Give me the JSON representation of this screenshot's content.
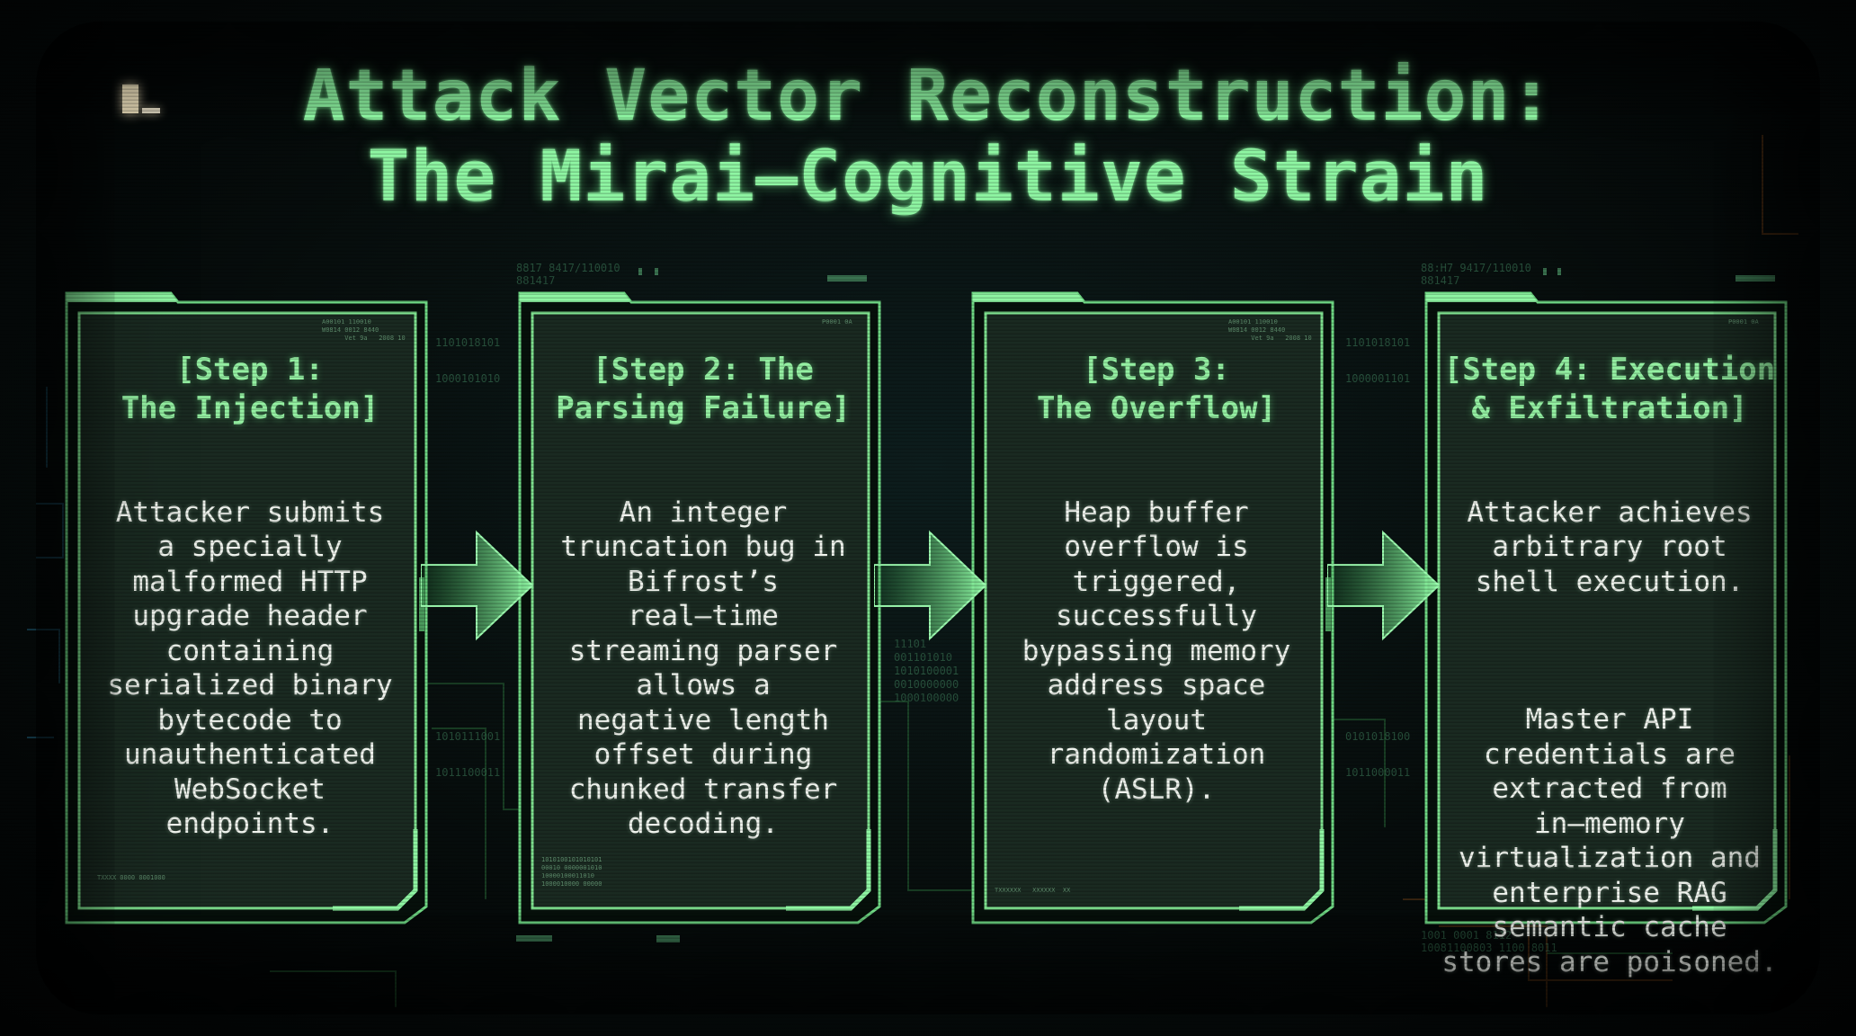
{
  "title": {
    "line1": "Attack Vector Reconstruction:",
    "line2": "The Mirai–Cognitive Strain"
  },
  "steps": [
    {
      "title": "[Step 1:\nThe Injection]",
      "body": [
        "Attacker submits\na specially\nmalformed HTTP\nupgrade header\ncontaining\nserialized binary\nbytecode to\nunauthenticated\nWebSocket\nendpoints."
      ]
    },
    {
      "title": "[Step 2: The\nParsing Failure]",
      "body": [
        "An integer\ntruncation bug in\nBifrost’s\nreal–time\nstreaming parser\nallows a\nnegative length\noffset during\nchunked transfer\ndecoding."
      ]
    },
    {
      "title": "[Step 3:\nThe Overflow]",
      "body": [
        "Heap buffer\noverflow is\ntriggered,\nsuccessfully\nbypassing memory\naddress space\nlayout\nrandomization\n(ASLR)."
      ]
    },
    {
      "title": "[Step 4: Execution\n& Exfiltration]",
      "body": [
        "Attacker achieves\narbitrary root\nshell execution.",
        "Master API\ncredentials are\nextracted from\nin–memory\nvirtualization and\nenterprise RAG\nsemantic cache\nstores are poisoned."
      ]
    }
  ],
  "colors": {
    "accent": "#8ef5a2",
    "frame": "#7ee08e",
    "panel": "#1b2a22",
    "body_text": "#f0f4ee"
  },
  "icons": [
    "terminal-cursor-icon",
    "right-arrow-icon"
  ]
}
